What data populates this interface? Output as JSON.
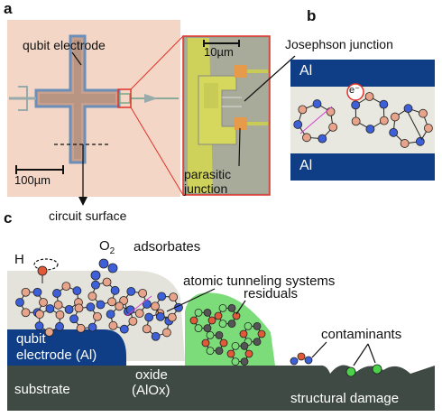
{
  "panel_a": {
    "letter": "a",
    "qubit_label": "qubit electrode",
    "inset_scale": "10µm",
    "main_scale": "100µm",
    "parasitic_label": [
      "parasitic",
      "junction"
    ],
    "surface_label": "circuit surface"
  },
  "panel_b": {
    "letter": "b",
    "jj_label": "Josephson junction",
    "metal_top": "Al",
    "metal_bottom": "Al",
    "electron": "e⁻"
  },
  "panel_c": {
    "letter": "c",
    "h_label": "H",
    "o2_label": "O",
    "o2_sub": "2",
    "adsorbates": "adsorbates",
    "ats": "atomic tunneling systems",
    "residuals": "residuals",
    "qubit_electrode": [
      "qubit",
      "electrode (Al)"
    ],
    "oxide": [
      "oxide",
      "(AlOx)"
    ],
    "substrate": "substrate",
    "contaminants": "contaminants",
    "structural_damage": "structural damage"
  },
  "colors": {
    "al_blue": "#0f3d86",
    "substrate": "#3f4a44",
    "oxide": "#e3e3db",
    "residual_green": "#7ddc7a",
    "atom_blue": "#3d5fd8",
    "atom_salmon": "#e8a48a",
    "highlight_magenta": "#d63fd0"
  }
}
